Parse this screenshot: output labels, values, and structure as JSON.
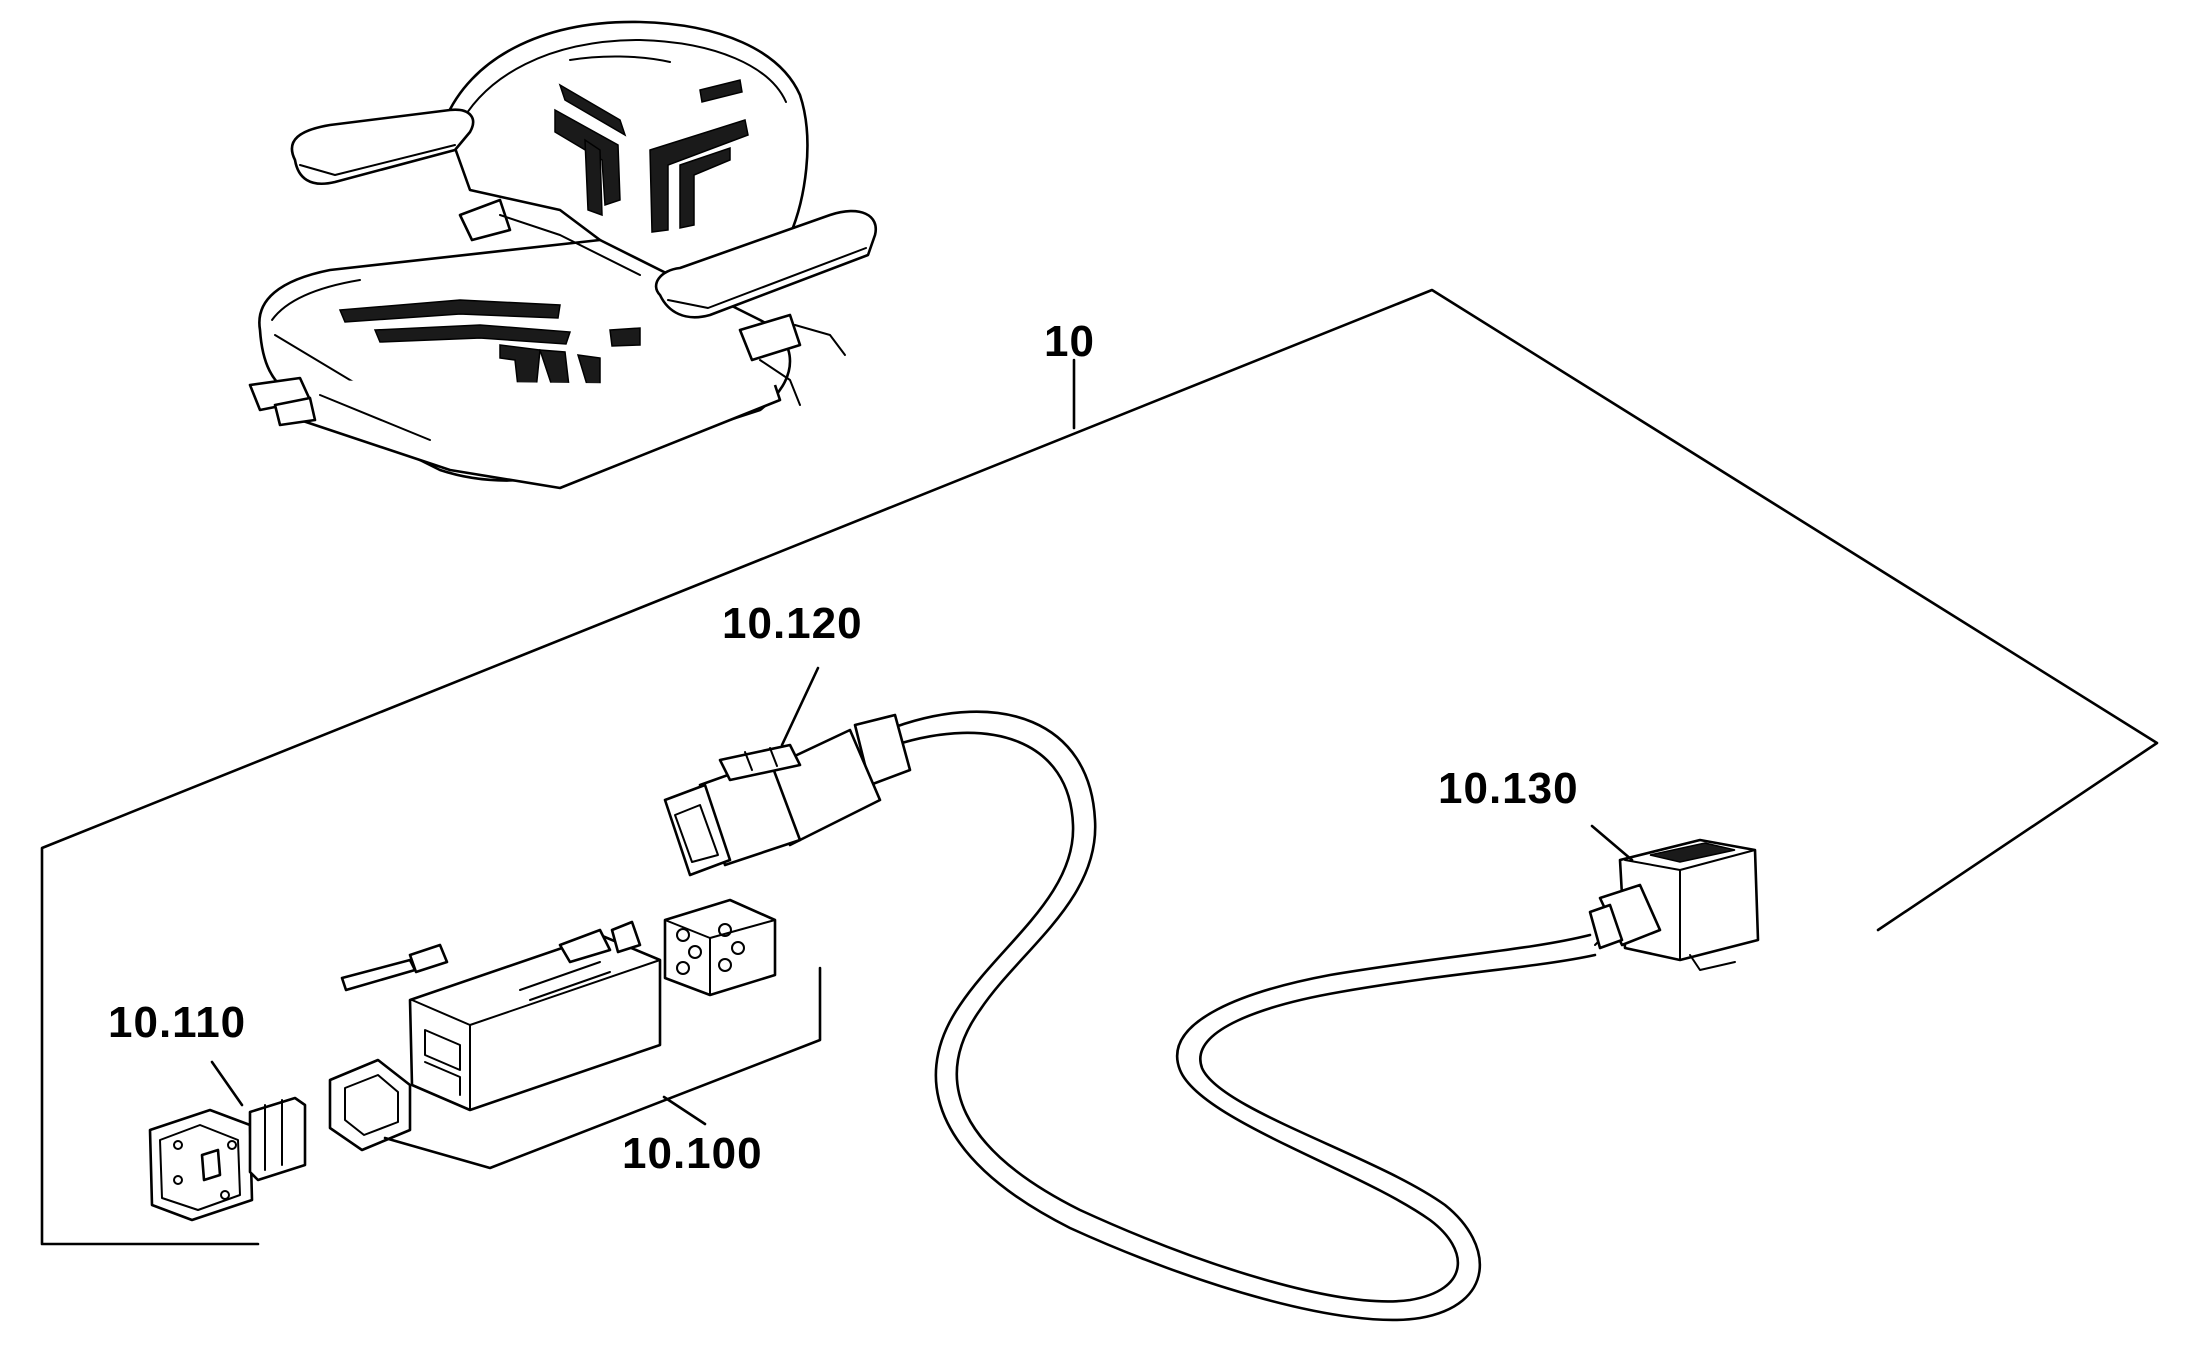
{
  "labels": {
    "assembly": "10",
    "connector_120": "10.120",
    "connector_130": "10.130",
    "connector_110": "10.110",
    "connector_100": "10.100"
  }
}
